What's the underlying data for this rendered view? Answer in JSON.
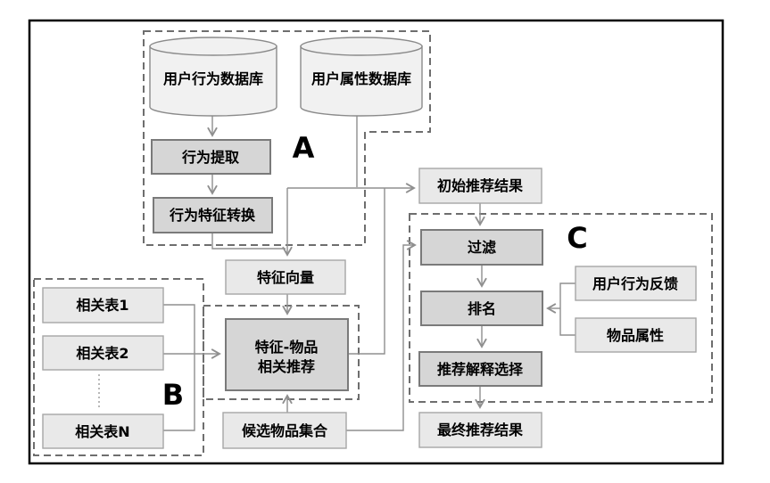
{
  "diagram": {
    "title": "recommendation-pipeline-flowchart",
    "regions": {
      "a": {
        "label": "A"
      },
      "b": {
        "label": "B"
      },
      "c": {
        "label": "C"
      }
    },
    "nodes": {
      "user_behavior_db": {
        "label": "用户行为数据库",
        "type": "database"
      },
      "user_attribute_db": {
        "label": "用户属性数据库",
        "type": "database"
      },
      "behavior_extract": {
        "label": "行为提取",
        "type": "process"
      },
      "behavior_feature_convert": {
        "label": "行为特征转换",
        "type": "process"
      },
      "feature_vector": {
        "label": "特征向量",
        "type": "data"
      },
      "related_table_1": {
        "label": "相关表1",
        "type": "data"
      },
      "related_table_2": {
        "label": "相关表2",
        "type": "data"
      },
      "related_table_n": {
        "label": "相关表N",
        "type": "data"
      },
      "feature_item_recommend": {
        "label_line1": "特征-物品",
        "label_line2": "相关推荐",
        "type": "process"
      },
      "candidate_item_set": {
        "label": "候选物品集合",
        "type": "data"
      },
      "initial_results": {
        "label": "初始推荐结果",
        "type": "data"
      },
      "filter": {
        "label": "过滤",
        "type": "process"
      },
      "rank": {
        "label": "排名",
        "type": "process"
      },
      "user_behavior_feedback": {
        "label": "用户行为反馈",
        "type": "data"
      },
      "item_attributes": {
        "label": "物品属性",
        "type": "data"
      },
      "explanation_select": {
        "label": "推荐解释选择",
        "type": "process"
      },
      "final_results": {
        "label": "最终推荐结果",
        "type": "data"
      }
    },
    "colors": {
      "frame": "#000000",
      "process_fill": "#d6d6d6",
      "process_border": "#7a7a7a",
      "data_fill": "#e9e9e9",
      "data_border": "#a6a6a6",
      "cylinder_fill": "#f1f1f1",
      "cylinder_border": "#8a8a8a",
      "dash": "#6e6e6e",
      "line": "#8f8f8f",
      "text": "#000000",
      "background": "#ffffff"
    }
  }
}
